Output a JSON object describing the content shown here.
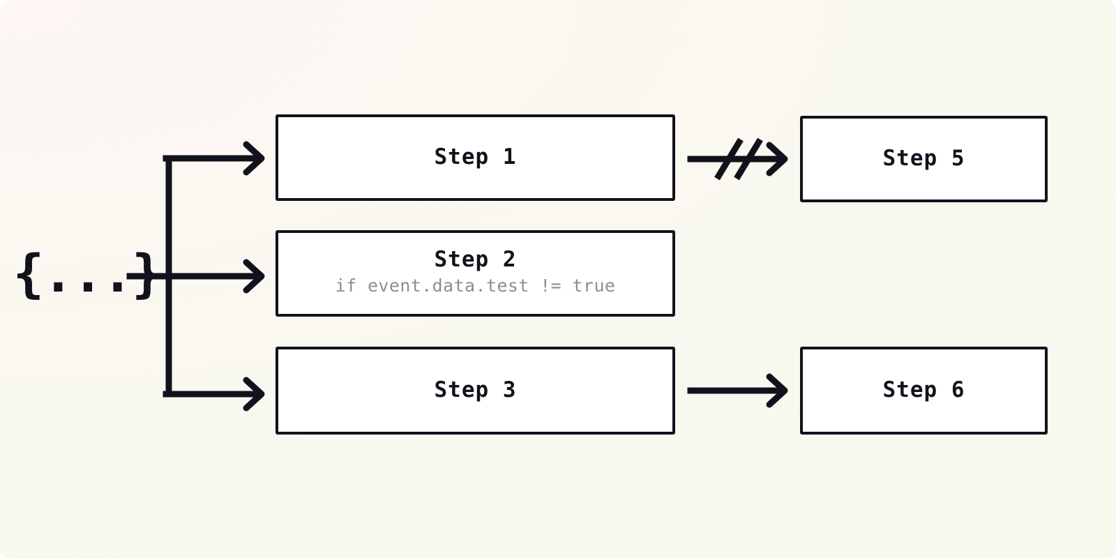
{
  "diagram": {
    "title": "Workflow step fan-out diagram",
    "background_color": "#faf7f1",
    "stroke_color": "#12121c",
    "box_fill_color": "#ffffff",
    "condition_text_color": "#8d8d99"
  },
  "trigger": {
    "label": "{...}",
    "name": "event-payload"
  },
  "boxes": [
    {
      "id": "step1",
      "label": "Step 1",
      "condition": ""
    },
    {
      "id": "step2",
      "label": "Step 2",
      "condition": "if event.data.test != true"
    },
    {
      "id": "step3",
      "label": "Step 3",
      "condition": ""
    },
    {
      "id": "step5",
      "label": "Step 5",
      "condition": ""
    },
    {
      "id": "step6",
      "label": "Step 6",
      "condition": ""
    }
  ],
  "connectors": [
    {
      "id": "trigger-trunk",
      "from": "trigger",
      "to": "branch-trunk",
      "style": "solid",
      "arrowhead": false
    },
    {
      "id": "branch-step1",
      "from": "branch-trunk",
      "to": "step1",
      "style": "solid",
      "arrowhead": true
    },
    {
      "id": "branch-step2",
      "from": "branch-trunk",
      "to": "step2",
      "style": "solid",
      "arrowhead": true
    },
    {
      "id": "branch-step3",
      "from": "branch-trunk",
      "to": "step3",
      "style": "solid",
      "arrowhead": true
    },
    {
      "id": "step1-step5",
      "from": "step1",
      "to": "step5",
      "style": "blocked",
      "arrowhead": true,
      "slashes": 2
    },
    {
      "id": "step3-step6",
      "from": "step3",
      "to": "step6",
      "style": "solid",
      "arrowhead": true
    }
  ]
}
